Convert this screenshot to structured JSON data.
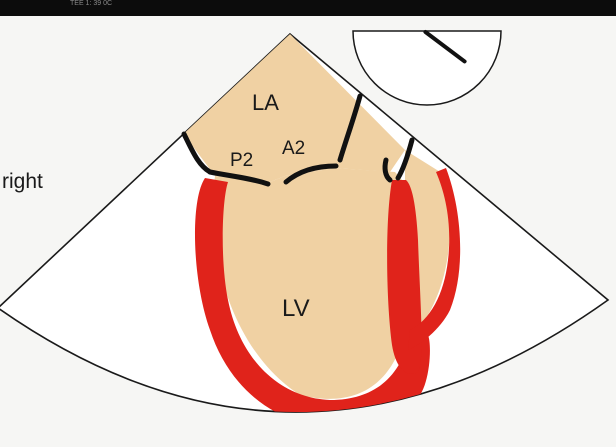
{
  "header": {
    "caption": "TEE 1: 39 0C"
  },
  "labels": {
    "side": "right",
    "left_atrium": "LA",
    "left_ventricle": "LV",
    "scallop_posterior": "P2",
    "scallop_anterior": "A2"
  },
  "omniplane": {
    "angle_deg": 39
  },
  "colors": {
    "sector_fill": "#ffffff",
    "chamber_fill": "#f0d1a3",
    "myocardium": "#e0231b",
    "valve_line": "#111111",
    "outline": "#1a1a1a"
  }
}
